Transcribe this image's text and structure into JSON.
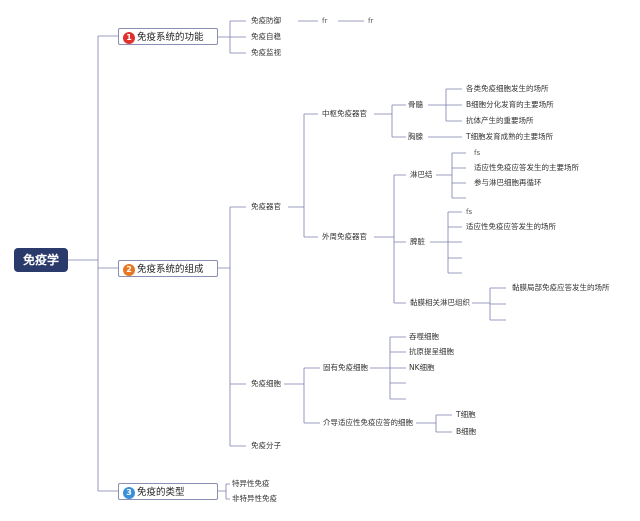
{
  "colors": {
    "line": "#7b80ad",
    "root_bg": "#2a3a6b",
    "badge_1": "#e0312e",
    "badge_2": "#e87722",
    "badge_3": "#3a8fd9"
  },
  "root": "免疫学",
  "branches": {
    "function": {
      "number": "1",
      "title": "免疫系统的功能",
      "children": [
        "免疫防御",
        "免疫自稳",
        "免疫监视"
      ],
      "ext_a": "fr",
      "ext_b": "fr"
    },
    "composition": {
      "number": "2",
      "title": "免疫系统的组成",
      "organs": {
        "label": "免疫器官",
        "central": {
          "label": "中枢免疫器官",
          "bone_marrow": {
            "label": "骨髓",
            "items": [
              "各类免疫细胞发生的场所",
              "B细胞分化发育的主要场所",
              "抗体产生的重要场所"
            ]
          },
          "thymus": {
            "label": "胸腺",
            "items": [
              "T细胞发育成熟的主要场所"
            ]
          }
        },
        "peripheral": {
          "label": "外周免疫器官",
          "lymph_node": {
            "label": "淋巴结",
            "items": [
              "fs",
              "适应性免疫应答发生的主要场所",
              "参与淋巴细胞再循环"
            ]
          },
          "spleen": {
            "label": "脾脏",
            "items": [
              "fs",
              "适应性免疫应答发生的场所"
            ]
          },
          "malt": {
            "label": "黏膜相关淋巴组织",
            "items": [
              "黏膜局部免疫应答发生的场所"
            ]
          }
        }
      },
      "cells": {
        "label": "免疫细胞",
        "innate": {
          "label": "固有免疫细胞",
          "items": [
            "吞噬细胞",
            "抗原提呈细胞",
            "NK细胞"
          ]
        },
        "adaptive": {
          "label": "介导适应性免疫应答的细胞",
          "items": [
            "T细胞",
            "B细胞"
          ]
        }
      },
      "molecules": {
        "label": "免疫分子"
      }
    },
    "types": {
      "number": "3",
      "title": "免疫的类型",
      "children": [
        "特异性免疫",
        "非特异性免疫"
      ]
    }
  }
}
